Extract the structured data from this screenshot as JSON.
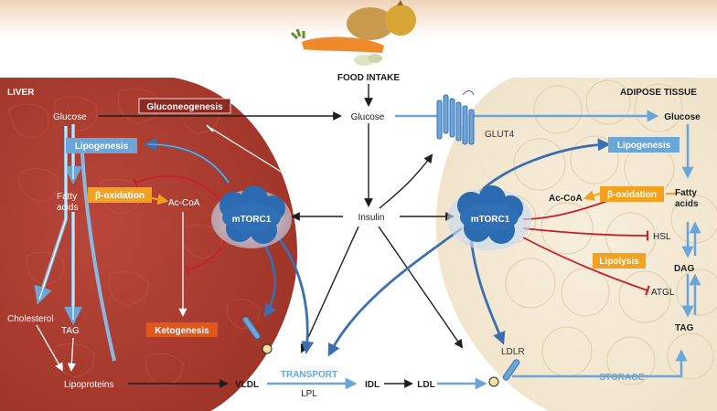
{
  "top": {
    "food_intake": "FOOD INTAKE"
  },
  "liver": {
    "title": "LIVER",
    "glucose": "Glucose",
    "gluconeogenesis": "Gluconeogenesis",
    "lipogenesis": "Lipogenesis",
    "fatty_acids_1": "Fatty",
    "fatty_acids_2": "acids",
    "beta_oxidation": "β-oxidation",
    "ac_coa": "Ac-CoA",
    "mtorc1": "mTORC1",
    "ketogenesis": "Ketogenesis",
    "cholesterol": "Cholesterol",
    "tag": "TAG",
    "lipoproteins": "Lipoproteins"
  },
  "center": {
    "glucose": "Glucose",
    "insulin": "Insulin",
    "glut4": "GLUT4",
    "vldl": "VLDL",
    "transport": "TRANSPORT",
    "lpl": "LPL",
    "idl": "IDL",
    "ldl": "LDL",
    "ldlr": "LDLR",
    "storage": "STORAGE"
  },
  "adipose": {
    "title": "ADIPOSE TISSUE",
    "glucose": "Glucose",
    "lipogenesis": "Lipogenesis",
    "mtorc1": "mTORC1",
    "ac_coa": "Ac-CoA",
    "beta_oxidation": "β-oxidation",
    "fatty_acids_1": "Fatty",
    "fatty_acids_2": "acids",
    "hsl": "HSL",
    "lipolysis": "Lipolysis",
    "dag": "DAG",
    "atgl": "ATGL",
    "tag": "TAG"
  },
  "colors": {
    "liver": "#a8392c",
    "adipose": "#f5ead6",
    "blue_arrow": "#6aa6d8",
    "dark_blue": "#3a6fb0",
    "red_inhibit": "#c8202a",
    "orange_box": "#f2a21e",
    "keto_box": "#e0561f",
    "gluconeo_box": "#8a2a22"
  }
}
